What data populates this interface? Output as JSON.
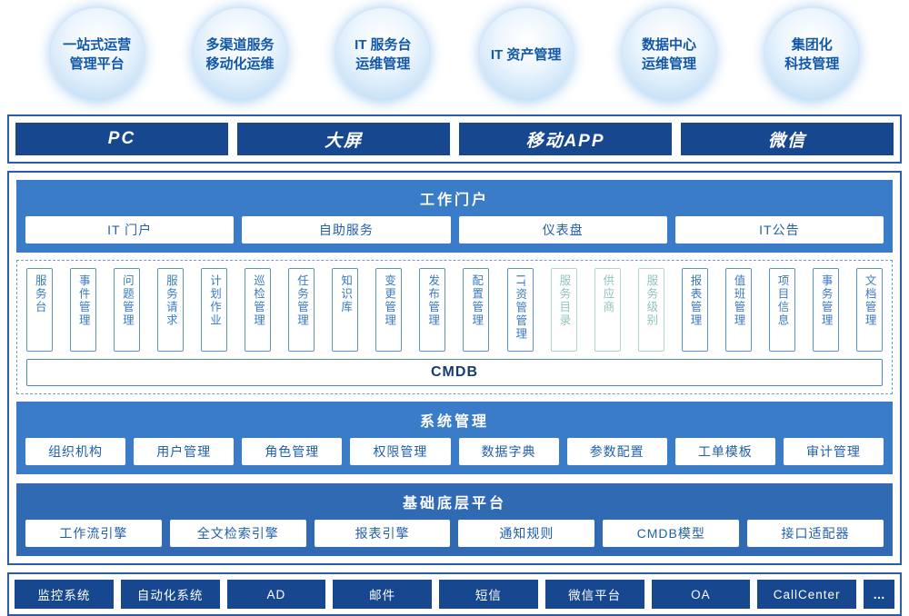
{
  "colors": {
    "navy": "#17478f",
    "section_blue": "#3a7cc7",
    "platform_blue": "#2f6ab3",
    "border_blue": "#2b5ca6",
    "item_text_blue": "#2160ab",
    "module_blue": "#3a79c0",
    "module_teal": "#90c3bc",
    "bubble_text": "#1257a8"
  },
  "bubbles": [
    {
      "label": "一站式运营\n管理平台"
    },
    {
      "label": "多渠道服务\n移动化运维"
    },
    {
      "label": "IT 服务台\n运维管理"
    },
    {
      "label": "IT 资产管理"
    },
    {
      "label": "数据中心\n运维管理"
    },
    {
      "label": "集团化\n科技管理"
    }
  ],
  "channels": {
    "items": [
      "PC",
      "大屏",
      "移动APP",
      "微信"
    ]
  },
  "portal": {
    "title": "工作门户",
    "items": [
      "IT 门户",
      "自助服务",
      "仪表盘",
      "IT公告"
    ]
  },
  "modules": {
    "items": [
      {
        "label": "服务台",
        "tone": "blue"
      },
      {
        "label": "事件管理",
        "tone": "blue"
      },
      {
        "label": "问题管理",
        "tone": "blue"
      },
      {
        "label": "服务请求",
        "tone": "blue"
      },
      {
        "label": "计划作业",
        "tone": "blue"
      },
      {
        "label": "巡检管理",
        "tone": "blue"
      },
      {
        "label": "任务管理",
        "tone": "blue"
      },
      {
        "label": "知识库",
        "tone": "blue"
      },
      {
        "label": "变更管理",
        "tone": "blue"
      },
      {
        "label": "发布管理",
        "tone": "blue"
      },
      {
        "label": "配置管理",
        "tone": "blue"
      },
      {
        "label": "IT资管管理",
        "tone": "blue"
      },
      {
        "label": "服务目录",
        "tone": "teal"
      },
      {
        "label": "供应商",
        "tone": "teal"
      },
      {
        "label": "服务级别",
        "tone": "teal"
      },
      {
        "label": "报表管理",
        "tone": "blue"
      },
      {
        "label": "值班管理",
        "tone": "blue"
      },
      {
        "label": "项目信息",
        "tone": "blue"
      },
      {
        "label": "事务管理",
        "tone": "blue"
      },
      {
        "label": "文档管理",
        "tone": "blue"
      }
    ],
    "cmdb": "CMDB"
  },
  "system": {
    "title": "系统管理",
    "items": [
      "组织机构",
      "用户管理",
      "角色管理",
      "权限管理",
      "数据字典",
      "参数配置",
      "工单模板",
      "审计管理"
    ]
  },
  "platform": {
    "title": "基础底层平台",
    "items": [
      "工作流引擎",
      "全文检索引擎",
      "报表引擎",
      "通知规则",
      "CMDB模型",
      "接口适配器"
    ]
  },
  "integrations": {
    "items": [
      "监控系统",
      "自动化系统",
      "AD",
      "邮件",
      "短信",
      "微信平台",
      "OA",
      "CallCenter",
      "…"
    ]
  }
}
